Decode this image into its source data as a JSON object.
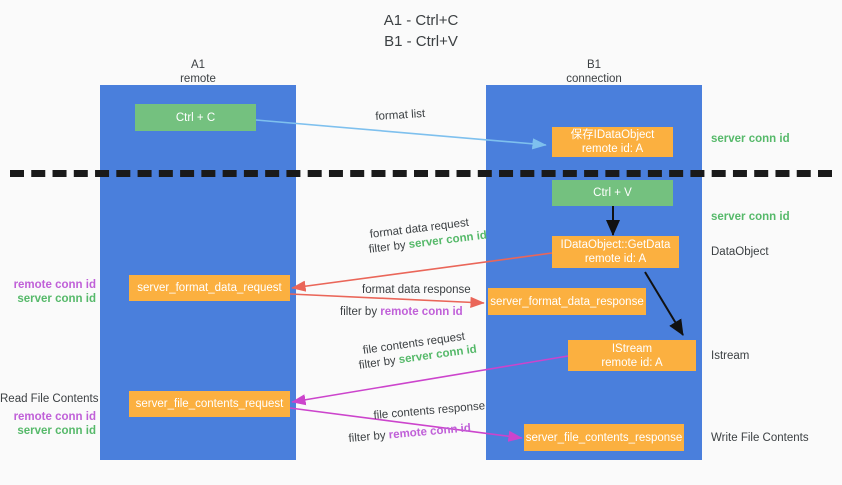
{
  "title": {
    "line1": "A1 - Ctrl+C",
    "line2": "B1 - Ctrl+V"
  },
  "columns": [
    {
      "name": "A1",
      "sub": "remote"
    },
    {
      "name": "B1",
      "sub": "connection"
    }
  ],
  "nodes": {
    "ctrl_c": {
      "label": "Ctrl + C"
    },
    "ctrl_v": {
      "label": "Ctrl + V"
    },
    "save_idataobject": {
      "line1": "保存IDataObject",
      "line2": "remote id: A"
    },
    "idataobject_getdata": {
      "line1": "IDataObject::GetData",
      "line2": "remote id: A"
    },
    "istream": {
      "line1": "IStream",
      "line2": "remote id: A"
    },
    "server_format_data_request": {
      "label": "server_format_data_request"
    },
    "server_format_data_response": {
      "label": "server_format_data_response"
    },
    "server_file_contents_request": {
      "label": "server_file_contents_request"
    },
    "server_file_contents_response": {
      "label": "server_file_contents_response"
    }
  },
  "edge_labels": {
    "format_list": "format list",
    "format_data_request": "format data request",
    "format_data_request_filter_prefix": "filter by ",
    "format_data_request_filter_value": "server conn id",
    "format_data_response": "format data response",
    "format_data_response_filter_prefix": "filter by ",
    "format_data_response_filter_value": "remote conn id",
    "file_contents_request": "file contents request",
    "file_contents_request_filter_prefix": "filter by ",
    "file_contents_request_filter_value": "server conn id",
    "file_contents_response": "file contents response",
    "file_contents_response_filter_prefix": "filter by ",
    "file_contents_response_filter_value": "remote conn id"
  },
  "right_labels": {
    "server_conn_id_top": "server conn id",
    "server_conn_id_mid": "server conn id",
    "dataobject": "DataObject",
    "istream": "Istream",
    "write_file_contents": "Write File Contents"
  },
  "left_labels": {
    "remote_conn_id_1": "remote conn id",
    "server_conn_id_1": "server conn id",
    "read_file_contents": "Read File Contents",
    "remote_conn_id_2": "remote conn id",
    "server_conn_id_2": "server conn id"
  },
  "colors": {
    "background": "#fafafa",
    "lane": "#4a7fdc",
    "green_node": "#74c17f",
    "orange_node": "#fbb040",
    "divider": "#1a1a1a",
    "arrow_blue": "#7ec0ee",
    "arrow_red": "#ea6659",
    "arrow_magenta": "#cc44cc",
    "arrow_black": "#111111",
    "green_text": "#56b96a",
    "purple_text": "#c060d8"
  }
}
